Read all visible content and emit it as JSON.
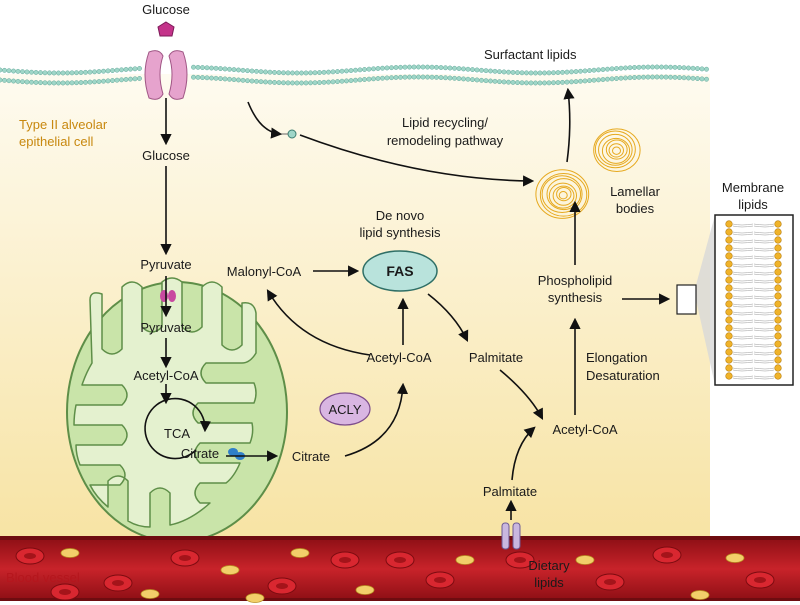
{
  "title": "",
  "colors": {
    "cell_fill_top": "#fdf9ea",
    "cell_fill_bottom": "#f8e5a8",
    "membrane": "#9fd6c8",
    "mito_fill": "#c9e4a9",
    "mito_stroke": "#5e8e48",
    "fas_fill": "#b9e3dc",
    "acly_fill": "#d9b6e2",
    "vessel": "#b5161d",
    "lamellar": "#e6a91f",
    "transporter": "#e6a3cd"
  },
  "labels": {
    "glucose_top": "Glucose",
    "surfactant_lipids": "Surfactant lipids",
    "cell_type_line1": "Type II alveolar",
    "cell_type_line2": "epithelial cell",
    "glucose_inner": "Glucose",
    "recycling_line1": "Lipid recycling/",
    "recycling_line2": "remodeling pathway",
    "lamellar_line1": "Lamellar",
    "lamellar_line2": "bodies",
    "membrane_lipids_line1": "Membrane",
    "membrane_lipids_line2": "lipids",
    "de_novo_line1": "De novo",
    "de_novo_line2": "lipid synthesis",
    "pyruvate_cyto": "Pyruvate",
    "malonyl_coa": "Malonyl-CoA",
    "fas": "FAS",
    "phospholipid_line1": "Phospholipid",
    "phospholipid_line2": "synthesis",
    "pyruvate_mito": "Pyruvate",
    "acetyl_coa_cyto": "Acetyl-CoA",
    "palmitate_mid": "Palmitate",
    "elongation": "Elongation",
    "desaturation": "Desaturation",
    "acetyl_coa_mito": "Acetyl-CoA",
    "acly": "ACLY",
    "acetyl_coa_right": "Acetyl-CoA",
    "tca": "TCA",
    "citrate_mito": "Citrate",
    "citrate_cyto": "Citrate",
    "palmitate_low": "Palmitate",
    "blood_vessel": "Blood vessel",
    "dietary_line1": "Dietary",
    "dietary_line2": "lipids"
  }
}
